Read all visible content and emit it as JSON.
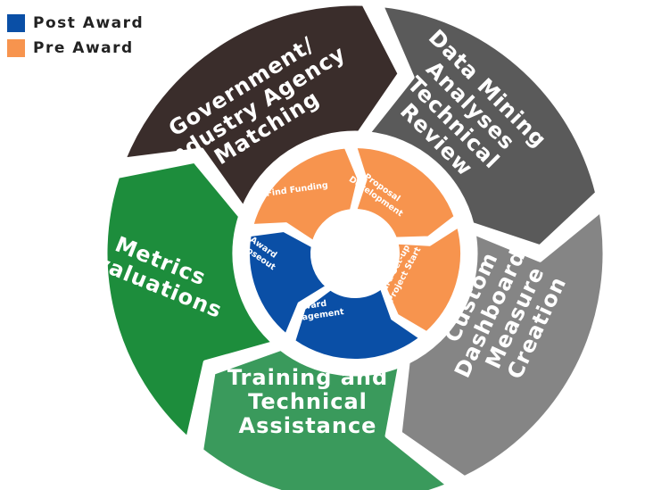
{
  "legend": [
    {
      "label": "Post Award",
      "color": "#0a4fa6"
    },
    {
      "label": "Pre Award",
      "color": "#f7944e"
    }
  ],
  "outer_segments": [
    {
      "id": "government",
      "lines": [
        "Government/",
        "Industry Agency",
        "Matching"
      ],
      "color": "#3a2d2b"
    },
    {
      "id": "data-mining",
      "lines": [
        "Data Mining",
        "Analyses",
        "Technical",
        "Review"
      ],
      "color": "#5a5a5a"
    },
    {
      "id": "dashboards",
      "lines": [
        "Custom",
        "Dashboards",
        "Measure",
        "Creation"
      ],
      "color": "#858585"
    },
    {
      "id": "training",
      "lines": [
        "Training and",
        "Technical",
        "Assistance"
      ],
      "color": "#3a9a5c"
    },
    {
      "id": "metrics",
      "lines": [
        "Metrics",
        "Evaluations"
      ],
      "color": "#1d8d3c"
    }
  ],
  "inner_segments": [
    {
      "id": "find-funding",
      "lines": [
        "Find Funding"
      ],
      "color": "#f7944e"
    },
    {
      "id": "proposal-development",
      "lines": [
        "Proposal",
        "Development"
      ],
      "color": "#f7944e"
    },
    {
      "id": "award-setup",
      "lines": [
        "Award Set-up",
        "& Project Start"
      ],
      "color": "#f7944e"
    },
    {
      "id": "award-management",
      "lines": [
        "Award",
        "Management"
      ],
      "color": "#0a4fa6"
    },
    {
      "id": "award-closeout",
      "lines": [
        "Award",
        "Closeout"
      ],
      "color": "#0a4fa6"
    }
  ]
}
